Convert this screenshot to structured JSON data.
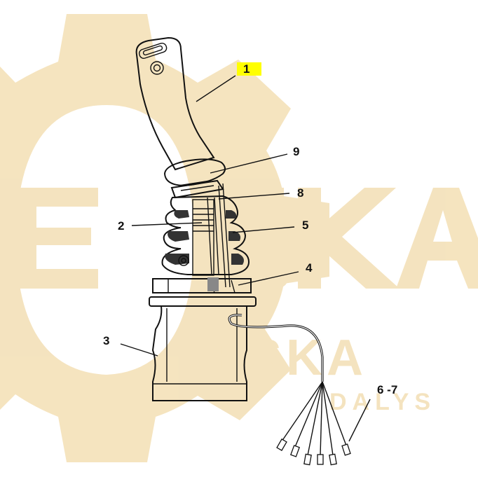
{
  "watermark": {
    "big_text": "ESKA",
    "middle_text": "ESKA",
    "small_text": "DALYS",
    "color": "#f2dcae"
  },
  "callouts": {
    "c1": "1",
    "c2": "2",
    "c3": "3",
    "c4": "4",
    "c5": "5",
    "c6_7": "6 -7",
    "c8": "8",
    "c9": "9"
  },
  "highlight_color": "#ffff00",
  "line_color": "#111111"
}
